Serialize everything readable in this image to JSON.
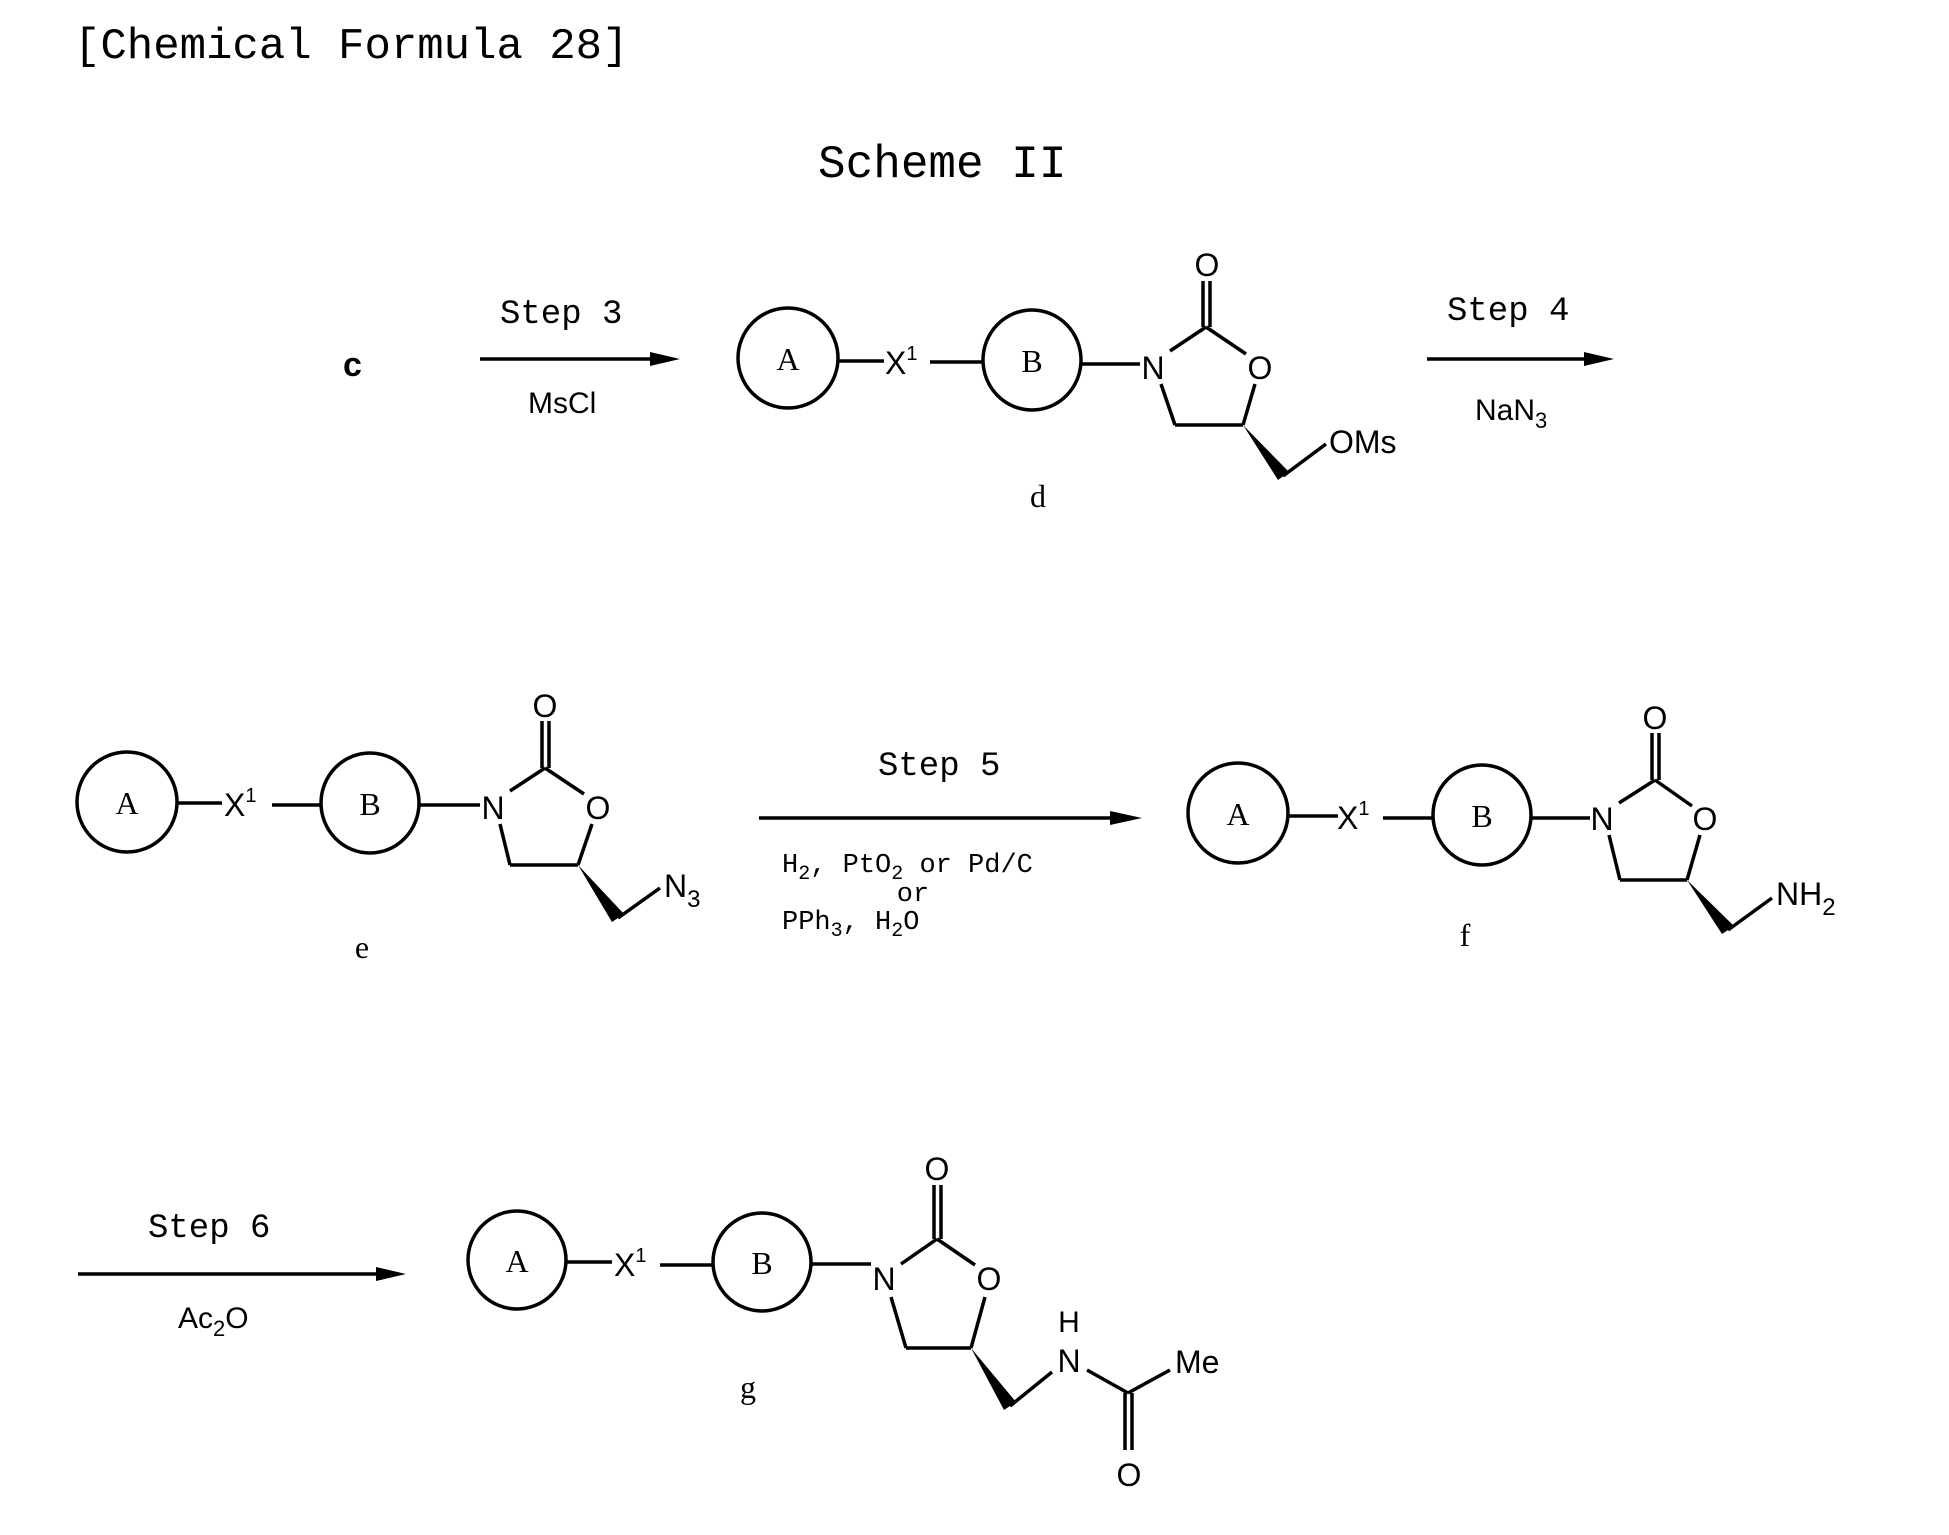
{
  "header": {
    "formula_label": "[Chemical Formula 28]",
    "scheme_title": "Scheme II"
  },
  "steps": [
    {
      "label": "Step 3",
      "reagent": "MsCl"
    },
    {
      "label": "Step 4",
      "reagent_main": "NaN",
      "reagent_sub": "3"
    },
    {
      "label": "Step 5",
      "conditions": {
        "line1_parts": [
          "H",
          "2",
          ", PtO",
          "2",
          " or Pd/C"
        ],
        "line2": "or",
        "line3_parts": [
          "PPh",
          "3",
          ", H",
          "2",
          "O"
        ]
      }
    },
    {
      "label": "Step 6",
      "reagent_main": "Ac",
      "reagent_sub": "2",
      "reagent_tail": "O"
    }
  ],
  "starting_material": "c",
  "compounds": {
    "d": {
      "label": "d",
      "ring_a": "A",
      "linker": "X",
      "linker_sup": "1",
      "ring_b": "B",
      "n": "N",
      "o_ring": "O",
      "o_carbonyl": "O",
      "substituent": "OMs"
    },
    "e": {
      "label": "e",
      "ring_a": "A",
      "linker": "X",
      "linker_sup": "1",
      "ring_b": "B",
      "n": "N",
      "o_ring": "O",
      "o_carbonyl": "O",
      "substituent_main": "N",
      "substituent_sub": "3"
    },
    "f": {
      "label": "f",
      "ring_a": "A",
      "linker": "X",
      "linker_sup": "1",
      "ring_b": "B",
      "n": "N",
      "o_ring": "O",
      "o_carbonyl": "O",
      "substituent_main": "NH",
      "substituent_sub": "2"
    },
    "g": {
      "label": "g",
      "ring_a": "A",
      "linker": "X",
      "linker_sup": "1",
      "ring_b": "B",
      "n": "N",
      "o_ring": "O",
      "o_carbonyl": "O",
      "amide_h": "H",
      "amide_n": "N",
      "amide_me": "Me",
      "amide_o": "O"
    }
  }
}
